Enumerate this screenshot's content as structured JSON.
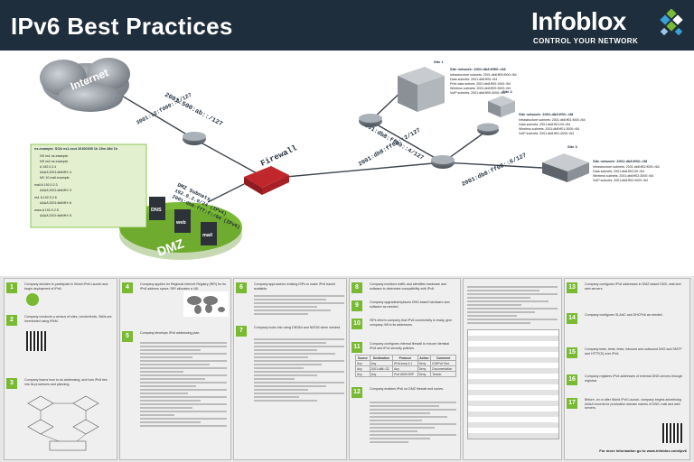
{
  "header": {
    "title": "IPv6 Best Practices",
    "logo_brand": "Infoblox",
    "logo_tagline": "CONTROL YOUR NETWORK",
    "background": "#1f2e3c",
    "accent": "#79b933"
  },
  "diagram": {
    "internet_label": "Internet",
    "firewall_label": "Firewall",
    "dmz_label": "DMZ",
    "dmz_subnets_title": "DMZ Subnets",
    "dmz_subnets": [
      "192.0.2.0/24 (IPv4)",
      "2001:db8:fff:f:/64 (IPv6)"
    ],
    "links": {
      "isp": "2001:500:ab::/127",
      "uplink": "3001:12:f000::2/127",
      "site1": "2001:db8:ff00::4/127",
      "site2": "2001:db8:ff00::2/127",
      "site3": "2001:db8:ff00::6/127"
    },
    "dns_servers": [
      "DNS",
      "web",
      "mail"
    ],
    "dns_record_box": {
      "header": "ns.example.  SOA ns1.root 20100305 1h 15m 28d 1h",
      "rows": [
        "NS   ns1.ns.example.",
        "NS   ns2.ns.example.",
        "A    192.0.2.4",
        "AAAA 2001:db8:fff:f::4",
        "MX   10 mail.example.",
        "mail A    192.0.2.3",
        "AAAA 2001:db8:fff:f::3",
        "ns1  A    192.0.2.6",
        "AAAA 2001:db8:fff:f::6",
        "www  A    192.0.2.5",
        "AAAA 2001:db8:fff:f::5"
      ]
    },
    "sites": [
      {
        "name": "Site 1",
        "network": "Site network: 2001:db8:fff00::/48",
        "lines": [
          "Infrastructure subnets: 2001:db8:ff00:f000::/64",
          "Data subnets: 2001:db8:ff00::/64",
          "Print data subnet: 2001:db8:ff00:1000::/64",
          "Wireless subnets: 2001:db8:ff00:3000::/64",
          "VoIP subnets: 2001:db8:ff00:4000::/64"
        ]
      },
      {
        "name": "Site 2",
        "network": "Site network: 2001:db8:ff01::/48",
        "lines": [
          "Infrastructure subnets: 2001:db8:ff01:f000::/64",
          "Data subnets: 2001:db8:ff01:00::/64",
          "Wireless subnets: 2001:db8:ff01:3000::/64",
          "VoIP subnets: 2001:db8:ff01:4000::/64"
        ]
      },
      {
        "name": "Site 3",
        "network": "Site network: 2001:db8:ff02::/48",
        "lines": [
          "Infrastructure subnets: 2001:db8:ff02:f000::/64",
          "Data subnets: 2001:db8:ff02:00::/64",
          "Wireless subnets: 2001:db8:ff02:3000::/64",
          "VoIP subnets: 2001:db8:ff02:4000::/64"
        ]
      }
    ]
  },
  "steps": {
    "s1": {
      "num": "1",
      "text": "Company decides to participate in World IPv6 Launch and begin deployment of IPv6."
    },
    "s2": {
      "num": "2",
      "text": "Company conducts a census of sites, vendor/tools. Skills are inventoried using IPAM."
    },
    "s3": {
      "num": "3",
      "text": "Company learns how to do addressing, and how IPv6 ties into its processes and planning."
    },
    "s4": {
      "num": "4",
      "text": "Company applies for Regional Internet Registry (RIR) for its IPv6 address space. RIR allocates a /48."
    },
    "s5": {
      "num": "5",
      "text": "Company develops IPv6 addressing plan."
    },
    "s6": {
      "num": "6",
      "text": "Company approaches existing ISPs to make IPv6 transit available."
    },
    "s7": {
      "num": "7",
      "text": "Company looks into using DNS64 and NAT64 when needed."
    },
    "s8": {
      "num": "8",
      "text": "Company monitors traffic and identifies hardware and software to determine compatibility with IPv6."
    },
    "s9": {
      "num": "9",
      "text": "Company upgrades/replaces DNS-based hardware and software as needed."
    },
    "s10": {
      "num": "10",
      "text": "ISPs inform company that IPv6 connectivity is ready, give company /48 to its addresses."
    },
    "s11": {
      "num": "11",
      "text": "Company configures internal firewall to ensure identical IPv6 and IPv4 security policies."
    },
    "s12": {
      "num": "12",
      "text": "Company enables IPv6 on DMZ firewall and routes."
    },
    "s13": {
      "num": "13",
      "text": "Company configures IPv6 addresses in DMZ-based DNS, mail and web servers."
    },
    "s14": {
      "num": "14",
      "text": "Company configures SLAAC and DHCPv6 as needed."
    },
    "s15": {
      "num": "15",
      "text": "Company tests, tests, tests; inbound and outbound DNS and SMTP and HTTP(S) over IPv6."
    },
    "s16": {
      "num": "16",
      "text": "Company registers IPv6 addresses of external DNS servers through registrar."
    },
    "s17": {
      "num": "17",
      "text": "Before, on or after World IPv6 Launch, company begins advertising AAAA records for production domain names of DNS, mail and web servers."
    }
  },
  "firewall_table": {
    "headers": [
      "Source",
      "Destination",
      "Protocol",
      "Action",
      "Comment"
    ],
    "rows": [
      [
        "Any",
        "Any",
        "IPv6-icmp 4.1",
        "Deny",
        "ICMPv6 Test"
      ],
      [
        "Any",
        "2001:db8::/32",
        "Any",
        "Deny",
        "Documentation"
      ],
      [
        "Any",
        "Any",
        "Port 6949 SRP",
        "Deny",
        "Teredo"
      ]
    ]
  },
  "footer": "For more information go to www.infoblox.com/ipv6"
}
